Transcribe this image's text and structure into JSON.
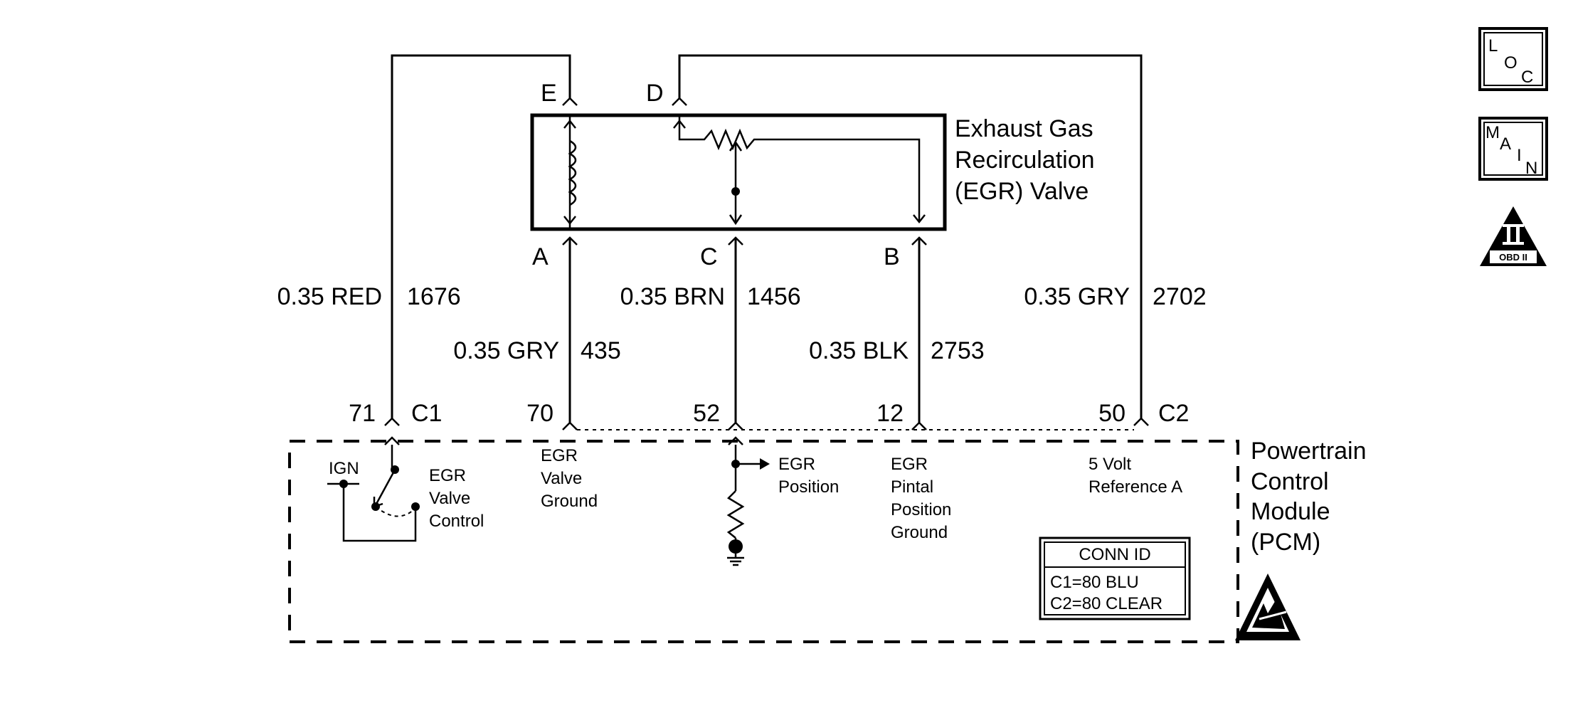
{
  "component": {
    "title_lines": [
      "Exhaust Gas",
      "Recirculation",
      "(EGR) Valve"
    ],
    "pins": {
      "E": "E",
      "D": "D",
      "A": "A",
      "C": "C",
      "B": "B"
    }
  },
  "wires": {
    "w1": {
      "gauge_color": "0.35 RED",
      "circuit": "1676"
    },
    "w2": {
      "gauge_color": "0.35 GRY",
      "circuit": "435"
    },
    "w3": {
      "gauge_color": "0.35 BRN",
      "circuit": "1456"
    },
    "w4": {
      "gauge_color": "0.35 BLK",
      "circuit": "2753"
    },
    "w5": {
      "gauge_color": "0.35 GRY",
      "circuit": "2702"
    }
  },
  "pcm_pins": {
    "p71": "71",
    "c1": "C1",
    "p70": "70",
    "p52": "52",
    "p12": "12",
    "p50": "50",
    "c2": "C2"
  },
  "pcm": {
    "title_lines": [
      "Powertrain",
      "Control",
      "Module",
      "(PCM)"
    ],
    "ign": "IGN",
    "egr_valve_control": [
      "EGR",
      "Valve",
      "Control"
    ],
    "egr_valve_ground": [
      "EGR",
      "Valve",
      "Ground"
    ],
    "egr_position": [
      "EGR",
      "Position"
    ],
    "egr_pintal_ground": [
      "EGR",
      "Pintal",
      "Position",
      "Ground"
    ],
    "five_volt_ref": [
      "5 Volt",
      "Reference A"
    ]
  },
  "conn_id": {
    "header": "CONN ID",
    "lines": [
      "C1=80 BLU",
      "C2=80 CLEAR"
    ]
  },
  "icons": {
    "loc": {
      "top": "L",
      "mid": "O",
      "sub": "C"
    },
    "main": {
      "top": "M",
      "a": "A",
      "i": "I",
      "n": "N"
    },
    "obd": {
      "roman": "II",
      "label": "OBD II"
    },
    "esd": "esd-warning-icon"
  }
}
